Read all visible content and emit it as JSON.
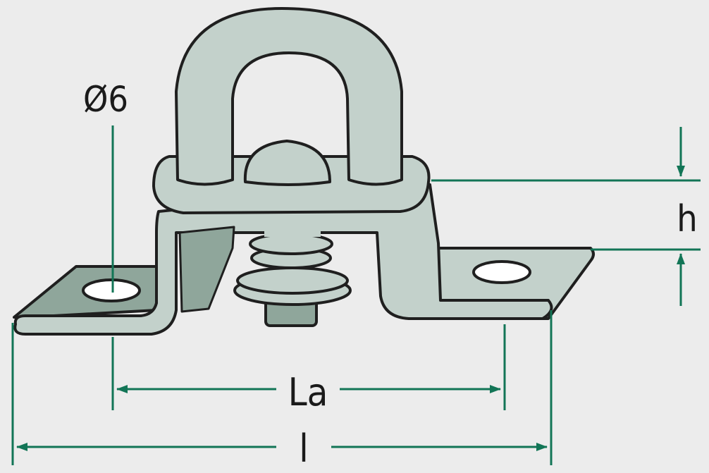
{
  "diagram": {
    "labels": {
      "diameter": "Ø6",
      "height": "h",
      "hole_spacing": "La",
      "length": "l"
    },
    "colors": {
      "background": "#ececec",
      "part_fill": "#c3d1cb",
      "part_shadow": "#8fa69b",
      "outline": "#1f1f1f",
      "dimension_line": "#127556"
    }
  }
}
